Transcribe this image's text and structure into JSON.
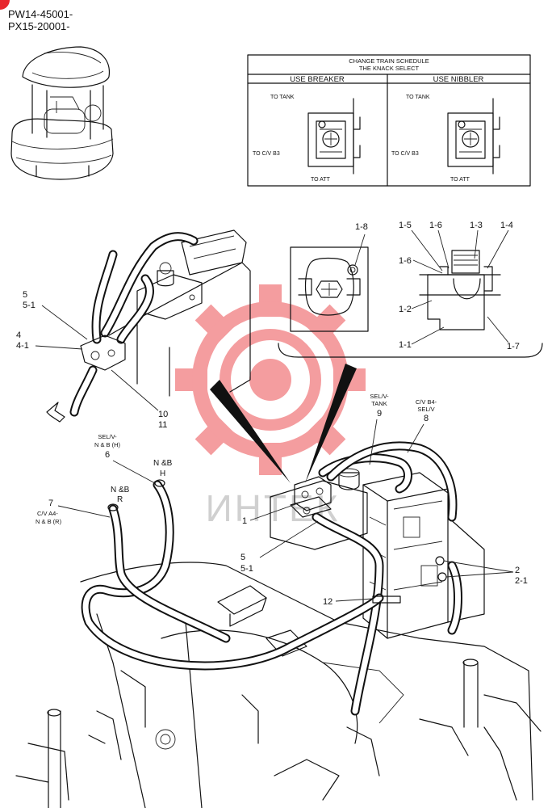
{
  "header": {
    "model_line1": "PW14-45001-",
    "model_line2": "PX15-20001-"
  },
  "schedule_table": {
    "title_line1": "CHANGE TRAIN SCHEDULE",
    "title_line2": "THE KNACK SELECT",
    "col_breaker": "USE BREAKER",
    "col_nibbler": "USE NIBBLER",
    "to_tank": "TO TANK",
    "to_cv_b3": "TO C/V B3",
    "to_att": "TO ATT"
  },
  "callouts": {
    "c1_8": "1-8",
    "c1_5": "1-5",
    "c1_6a": "1-6",
    "c1_3": "1-3",
    "c1_4": "1-4",
    "c1_6b": "1-6",
    "c1_2": "1-2",
    "c1_1": "1-1",
    "c1_7": "1-7",
    "c5": "5",
    "c5_1": "5-1",
    "c4": "4",
    "c4_1": "4-1",
    "c10": "10",
    "c11": "11",
    "c6_l1": "SEL/V-",
    "c6_l2": "N & B (H)",
    "c6": "6",
    "c_nbh_1": "N &B",
    "c_nbh_2": "H",
    "c_nbr_1": "N &B",
    "c_nbr_2": "R",
    "c7": "7",
    "c7_l1": "C/V A4-",
    "c7_l2": "N & B (R)",
    "c9_l1": "SEL/V-",
    "c9_l2": "TANK",
    "c9": "9",
    "c8_l1": "C/V B4-",
    "c8_l2": "SEL/V",
    "c8": "8",
    "c1": "1",
    "c5b": "5",
    "c5b_1": "5-1",
    "c2": "2",
    "c2_1": "2-1",
    "c12": "12"
  },
  "watermark": {
    "text": "ИНТЕК",
    "color": "#e8272d"
  },
  "corner_badge": {
    "color": "#e8272d"
  }
}
